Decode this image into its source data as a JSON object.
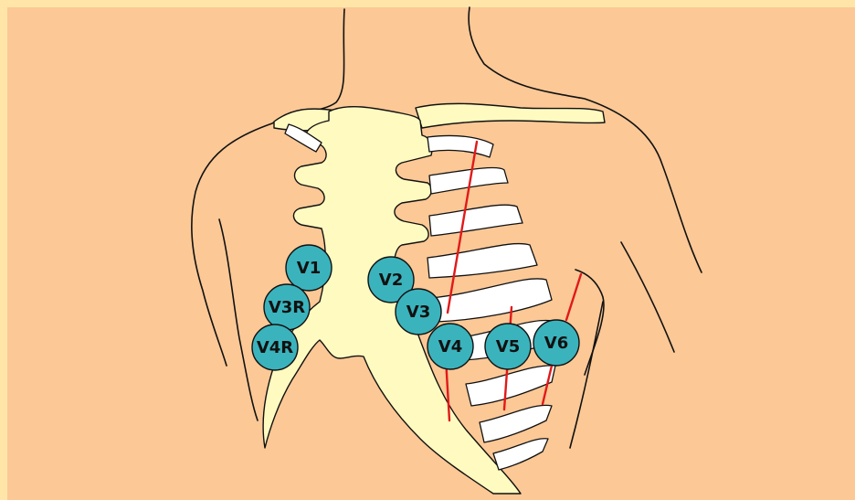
{
  "diagram": {
    "colors": {
      "background": "#FBC896",
      "border": "#FFE6A8",
      "bone": "#FFFAC0",
      "outline": "#111111",
      "guide_line": "#E11919",
      "electrode": "#3BB3BC"
    },
    "electrodes": [
      {
        "label": "V1"
      },
      {
        "label": "V2"
      },
      {
        "label": "V3R"
      },
      {
        "label": "V3"
      },
      {
        "label": "V4R"
      },
      {
        "label": "V4"
      },
      {
        "label": "V5"
      },
      {
        "label": "V6"
      }
    ]
  }
}
